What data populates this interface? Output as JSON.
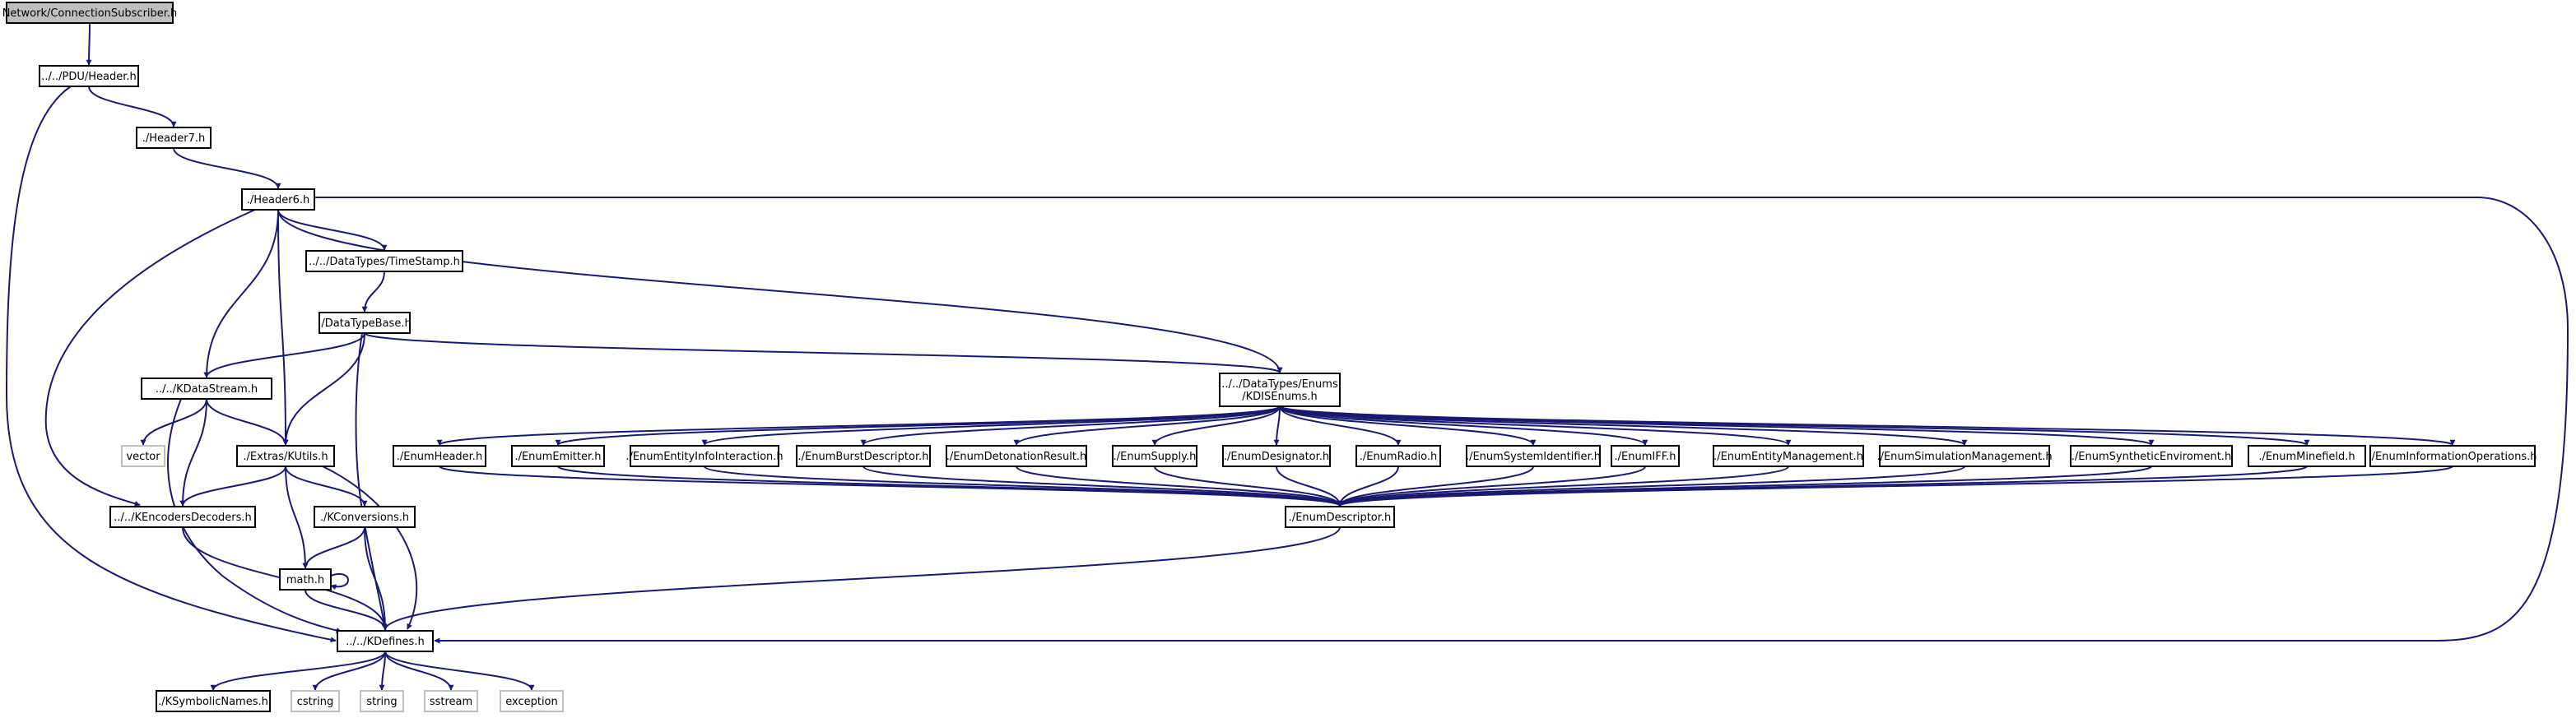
{
  "colors": {
    "edge": "#191970",
    "root_fill": "#bfbfbf",
    "external_border": "#bfbfbf"
  },
  "nodes": [
    {
      "id": "root",
      "lines": [
        "Network/ConnectionSubscriber.h"
      ],
      "kind": "root"
    },
    {
      "id": "pduheader",
      "lines": [
        "../../PDU/Header.h"
      ],
      "kind": "file"
    },
    {
      "id": "header7",
      "lines": [
        "./Header7.h"
      ],
      "kind": "file"
    },
    {
      "id": "header6",
      "lines": [
        "./Header6.h"
      ],
      "kind": "file"
    },
    {
      "id": "timestamp",
      "lines": [
        "../../DataTypes/TimeStamp.h"
      ],
      "kind": "file"
    },
    {
      "id": "datatypebase",
      "lines": [
        "./DataTypeBase.h"
      ],
      "kind": "file"
    },
    {
      "id": "kdatastream",
      "lines": [
        "../../KDataStream.h"
      ],
      "kind": "file"
    },
    {
      "id": "kdisenums",
      "lines": [
        "../../DataTypes/Enums",
        "/KDISEnums.h"
      ],
      "kind": "file"
    },
    {
      "id": "vector",
      "lines": [
        "vector"
      ],
      "kind": "external"
    },
    {
      "id": "kutils",
      "lines": [
        "./Extras/KUtils.h"
      ],
      "kind": "file"
    },
    {
      "id": "enumheader",
      "lines": [
        "./EnumHeader.h"
      ],
      "kind": "file"
    },
    {
      "id": "enumemitter",
      "lines": [
        "./EnumEmitter.h"
      ],
      "kind": "file"
    },
    {
      "id": "enumentityinfo",
      "lines": [
        "./EnumEntityInfoInteraction.h"
      ],
      "kind": "file"
    },
    {
      "id": "enumburst",
      "lines": [
        "./EnumBurstDescriptor.h"
      ],
      "kind": "file"
    },
    {
      "id": "enumdetonation",
      "lines": [
        "./EnumDetonationResult.h"
      ],
      "kind": "file"
    },
    {
      "id": "enumsupply",
      "lines": [
        "./EnumSupply.h"
      ],
      "kind": "file"
    },
    {
      "id": "enumdesignator",
      "lines": [
        "./EnumDesignator.h"
      ],
      "kind": "file"
    },
    {
      "id": "enumradio",
      "lines": [
        "./EnumRadio.h"
      ],
      "kind": "file"
    },
    {
      "id": "enumsysid",
      "lines": [
        "./EnumSystemIdentifier.h"
      ],
      "kind": "file"
    },
    {
      "id": "enumiff",
      "lines": [
        "./EnumIFF.h"
      ],
      "kind": "file"
    },
    {
      "id": "enumentitymgmt",
      "lines": [
        "./EnumEntityManagement.h"
      ],
      "kind": "file"
    },
    {
      "id": "enumsimmgmt",
      "lines": [
        "./EnumSimulationManagement.h"
      ],
      "kind": "file"
    },
    {
      "id": "enumsynthetic",
      "lines": [
        "./EnumSyntheticEnviroment.h"
      ],
      "kind": "file"
    },
    {
      "id": "enumminefield",
      "lines": [
        "./EnumMinefield.h"
      ],
      "kind": "file"
    },
    {
      "id": "enuminfoops",
      "lines": [
        "./EnumInformationOperations.h"
      ],
      "kind": "file"
    },
    {
      "id": "kencoders",
      "lines": [
        "../../KEncodersDecoders.h"
      ],
      "kind": "file"
    },
    {
      "id": "kconversions",
      "lines": [
        "./KConversions.h"
      ],
      "kind": "file"
    },
    {
      "id": "enumdescriptor",
      "lines": [
        "./EnumDescriptor.h"
      ],
      "kind": "file"
    },
    {
      "id": "math",
      "lines": [
        "math.h"
      ],
      "kind": "file"
    },
    {
      "id": "kdefines",
      "lines": [
        "../../KDefines.h"
      ],
      "kind": "file"
    },
    {
      "id": "ksymbolic",
      "lines": [
        "./KSymbolicNames.h"
      ],
      "kind": "file"
    },
    {
      "id": "cstring",
      "lines": [
        "cstring"
      ],
      "kind": "external"
    },
    {
      "id": "string",
      "lines": [
        "string"
      ],
      "kind": "external"
    },
    {
      "id": "sstream",
      "lines": [
        "sstream"
      ],
      "kind": "external"
    },
    {
      "id": "exception",
      "lines": [
        "exception"
      ],
      "kind": "external"
    }
  ],
  "edges": [
    {
      "from": "root",
      "to": "pduheader"
    },
    {
      "from": "pduheader",
      "to": "header7"
    },
    {
      "from": "pduheader",
      "to": "kdefines"
    },
    {
      "from": "header7",
      "to": "header6"
    },
    {
      "from": "header6",
      "to": "timestamp"
    },
    {
      "from": "header6",
      "to": "kdatastream"
    },
    {
      "from": "header6",
      "to": "kutils"
    },
    {
      "from": "header6",
      "to": "kencoders"
    },
    {
      "from": "header6",
      "to": "kdisenums"
    },
    {
      "from": "header6",
      "to": "kdefines"
    },
    {
      "from": "timestamp",
      "to": "datatypebase"
    },
    {
      "from": "datatypebase",
      "to": "kdatastream"
    },
    {
      "from": "datatypebase",
      "to": "kutils"
    },
    {
      "from": "datatypebase",
      "to": "kdisenums"
    },
    {
      "from": "datatypebase",
      "to": "kdefines"
    },
    {
      "from": "kdatastream",
      "to": "vector"
    },
    {
      "from": "kdatastream",
      "to": "kutils"
    },
    {
      "from": "kdatastream",
      "to": "kencoders"
    },
    {
      "from": "kdatastream",
      "to": "kdefines"
    },
    {
      "from": "kutils",
      "to": "kencoders"
    },
    {
      "from": "kutils",
      "to": "kconversions"
    },
    {
      "from": "kutils",
      "to": "math"
    },
    {
      "from": "kutils",
      "to": "kdefines"
    },
    {
      "from": "kencoders",
      "to": "kdefines"
    },
    {
      "from": "kconversions",
      "to": "math"
    },
    {
      "from": "kconversions",
      "to": "kdefines"
    },
    {
      "from": "math",
      "to": "math"
    },
    {
      "from": "math",
      "to": "kdefines"
    },
    {
      "from": "kdisenums",
      "to": "enumheader"
    },
    {
      "from": "kdisenums",
      "to": "enumemitter"
    },
    {
      "from": "kdisenums",
      "to": "enumentityinfo"
    },
    {
      "from": "kdisenums",
      "to": "enumburst"
    },
    {
      "from": "kdisenums",
      "to": "enumdetonation"
    },
    {
      "from": "kdisenums",
      "to": "enumsupply"
    },
    {
      "from": "kdisenums",
      "to": "enumdesignator"
    },
    {
      "from": "kdisenums",
      "to": "enumradio"
    },
    {
      "from": "kdisenums",
      "to": "enumsysid"
    },
    {
      "from": "kdisenums",
      "to": "enumiff"
    },
    {
      "from": "kdisenums",
      "to": "enumentitymgmt"
    },
    {
      "from": "kdisenums",
      "to": "enumsimmgmt"
    },
    {
      "from": "kdisenums",
      "to": "enumsynthetic"
    },
    {
      "from": "kdisenums",
      "to": "enumminefield"
    },
    {
      "from": "kdisenums",
      "to": "enuminfoops"
    },
    {
      "from": "enumheader",
      "to": "enumdescriptor"
    },
    {
      "from": "enumemitter",
      "to": "enumdescriptor"
    },
    {
      "from": "enumentityinfo",
      "to": "enumdescriptor"
    },
    {
      "from": "enumburst",
      "to": "enumdescriptor"
    },
    {
      "from": "enumdetonation",
      "to": "enumdescriptor"
    },
    {
      "from": "enumsupply",
      "to": "enumdescriptor"
    },
    {
      "from": "enumdesignator",
      "to": "enumdescriptor"
    },
    {
      "from": "enumradio",
      "to": "enumdescriptor"
    },
    {
      "from": "enumsysid",
      "to": "enumdescriptor"
    },
    {
      "from": "enumiff",
      "to": "enumdescriptor"
    },
    {
      "from": "enumentitymgmt",
      "to": "enumdescriptor"
    },
    {
      "from": "enumsimmgmt",
      "to": "enumdescriptor"
    },
    {
      "from": "enumsynthetic",
      "to": "enumdescriptor"
    },
    {
      "from": "enumminefield",
      "to": "enumdescriptor"
    },
    {
      "from": "enuminfoops",
      "to": "enumdescriptor"
    },
    {
      "from": "enumdescriptor",
      "to": "kdefines"
    },
    {
      "from": "kdefines",
      "to": "ksymbolic"
    },
    {
      "from": "kdefines",
      "to": "cstring"
    },
    {
      "from": "kdefines",
      "to": "string"
    },
    {
      "from": "kdefines",
      "to": "sstream"
    },
    {
      "from": "kdefines",
      "to": "exception"
    }
  ]
}
